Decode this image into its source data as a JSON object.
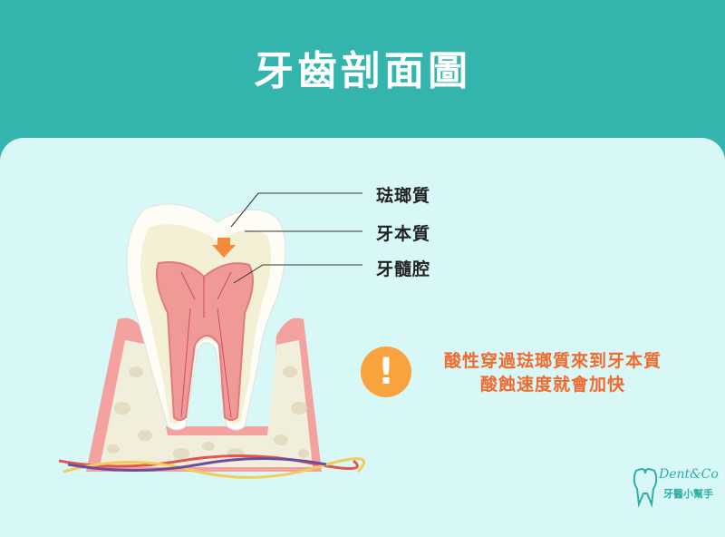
{
  "title": "牙齒剖面圖",
  "labels": {
    "enamel": "琺瑯質",
    "dentin": "牙本質",
    "pulp": "牙髓腔"
  },
  "note": {
    "line1": "酸性穿過琺瑯質來到牙本質",
    "line2": "酸蝕速度就會加快",
    "icon": "exclamation-icon"
  },
  "logo": {
    "en": "Dent&Co",
    "zh": "牙醫小幫手"
  },
  "colors": {
    "header": "#33b5ad",
    "panel": "#d8f8f7",
    "note": "#f26a2e",
    "warning": "#f9a33e"
  }
}
